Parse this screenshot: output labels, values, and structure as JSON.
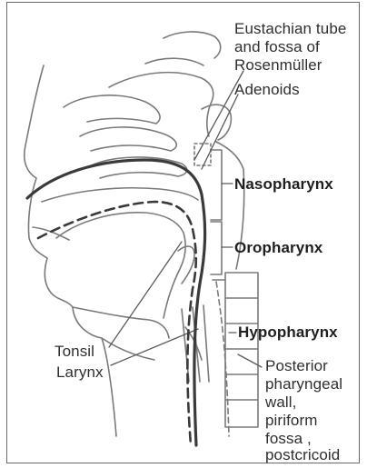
{
  "labels": {
    "eustachian_line1": "Eustachian tube",
    "eustachian_line2": "and fossa of",
    "eustachian_line3": "Rosenmüller",
    "adenoids": "Adenoids",
    "nasopharynx": "Nasopharynx",
    "oropharynx": "Oropharynx",
    "hypopharynx": "Hypopharynx",
    "tonsil": "Tonsil",
    "larynx": "Larynx",
    "posterior_line1": "Posterior",
    "posterior_line2": "pharyngeal",
    "posterior_line3": "wall,",
    "posterior_line4": "piriform",
    "posterior_line5": "fossa ,",
    "posterior_line6": "postcricoid"
  },
  "colors": {
    "outline": "#7a7a7a",
    "bold_line": "#3a3a3a",
    "text": "#2f2f2f"
  }
}
